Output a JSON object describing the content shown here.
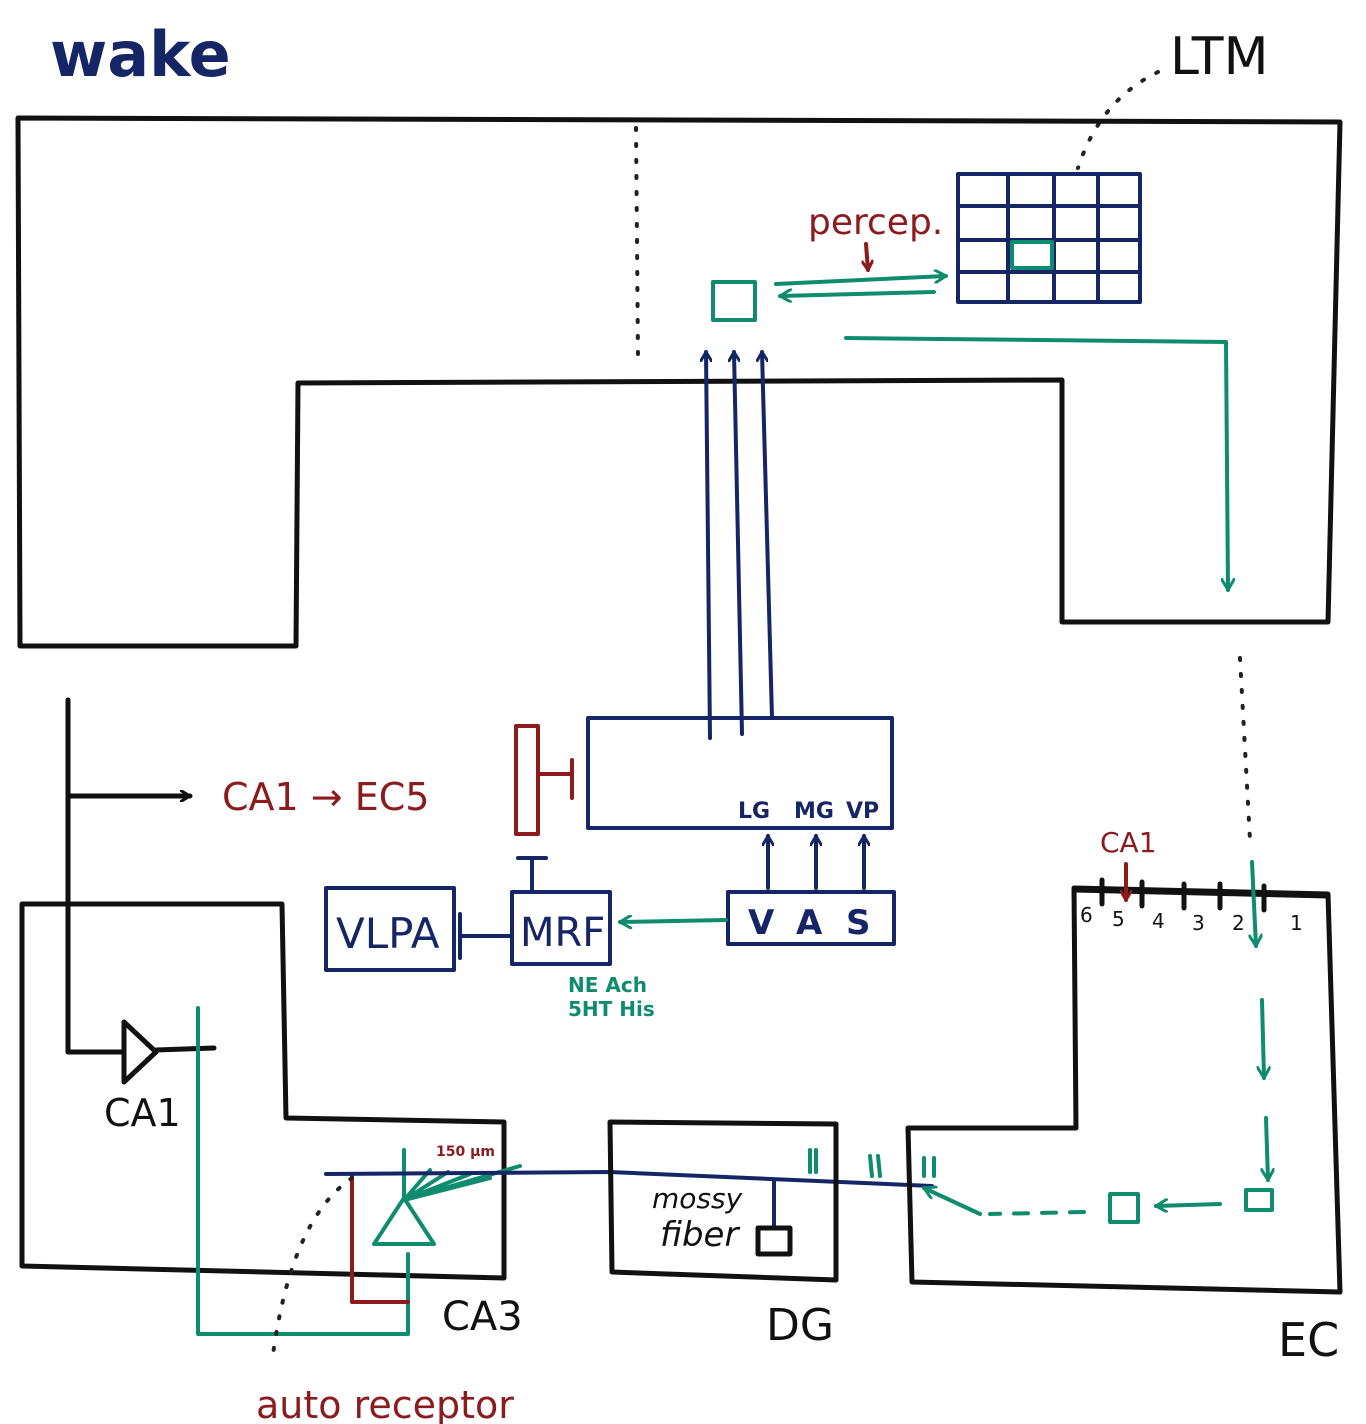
{
  "labels": {
    "wake": "wake",
    "ltm": "LTM",
    "percep": "percep.",
    "ca1_ec5": "CA1 → EC5",
    "vlpa": "VLPA",
    "mrf": "MRF",
    "mrf_transmitters_1": "NE Ach",
    "mrf_transmitters_2": "5HT His",
    "thal_lg": "LG",
    "thal_mg": "MG",
    "thal_vp": "VP",
    "v": "V",
    "a": "A",
    "s": "S",
    "ca1_marker": "CA1",
    "layer_6": "6",
    "layer_5": "5",
    "layer_4": "4",
    "layer_3": "3",
    "layer_2": "2",
    "layer_1": "1",
    "ca1": "CA1",
    "ca3": "CA3",
    "dg": "DG",
    "ec": "EC",
    "mossy": "mossy",
    "fiber": "fiber",
    "distance": "150 μm",
    "auto_receptor": "auto receptor"
  },
  "colors": {
    "black": "#111111",
    "navy": "#152566",
    "green": "#0f8c6e",
    "red": "#8c1b1e"
  }
}
